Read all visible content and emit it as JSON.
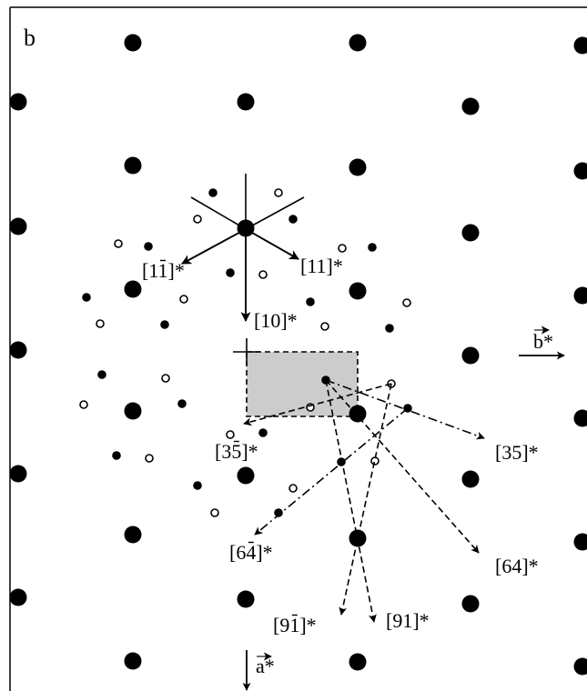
{
  "panel_label": "b",
  "colors": {
    "ink": "#000000",
    "shaded_cell": "#cccccc",
    "background": "#ffffff"
  },
  "vectors": {
    "bstar": {
      "label": "b*"
    },
    "astar": {
      "label": "a*"
    }
  },
  "labels": {
    "l_1m1": {
      "text": "[11]*",
      "over": "1",
      "over_index": 2
    },
    "l_11": {
      "text": "[11]*"
    },
    "l_10": {
      "text": "[10]*"
    },
    "l_3m5": {
      "text": "[35]*",
      "over": "5",
      "over_index": 2
    },
    "l_35": {
      "text": "[35]*"
    },
    "l_6m4": {
      "text": "[64]*",
      "over": "4",
      "over_index": 2
    },
    "l_64": {
      "text": "[64]*"
    },
    "l_9m1": {
      "text": "[91]*",
      "over": "1",
      "over_index": 2
    },
    "l_91": {
      "text": "[91]*"
    }
  }
}
